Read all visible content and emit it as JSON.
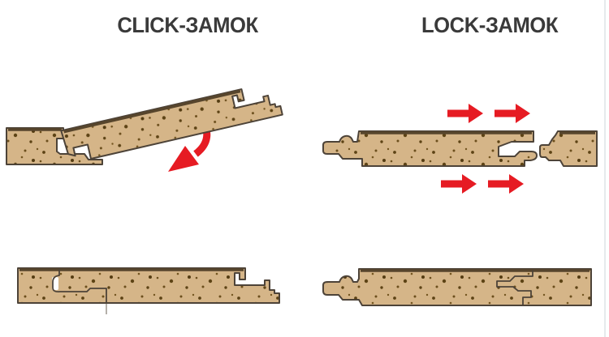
{
  "figure": {
    "panels": [
      {
        "id": "click",
        "title": "CLICK-ЗАМОК",
        "motion_icon": "curved-rotate-down-arrow",
        "arrow_count": 1
      },
      {
        "id": "lock",
        "title": "LOCK-ЗАМОК",
        "motion_icon": "slide-right-arrow",
        "arrow_count": 4
      }
    ],
    "colors": {
      "background": "#ffffff",
      "plank_fill": "#d5b588",
      "plank_speckle": "#5d4315",
      "plank_outline": "#4d4338",
      "plank_top_band": "#57452c",
      "arrow_red": "#e61b23",
      "title_text": "#3a3a3a"
    }
  }
}
